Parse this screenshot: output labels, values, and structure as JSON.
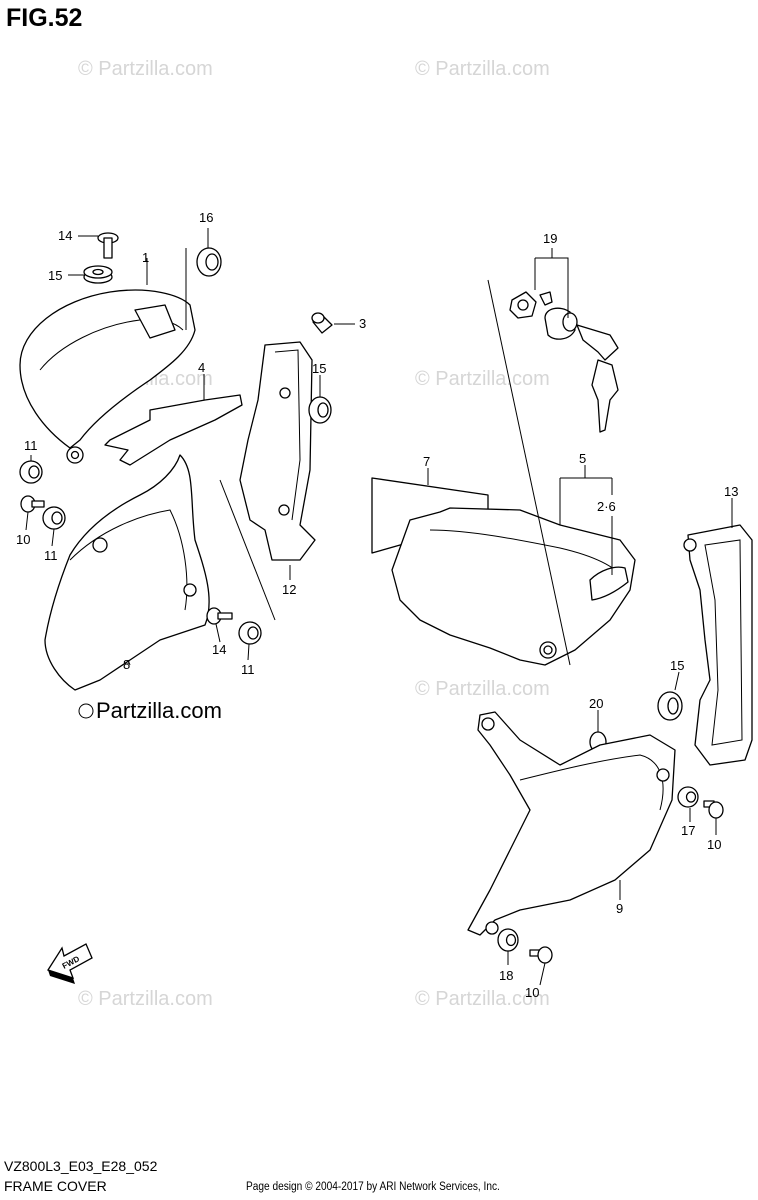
{
  "title": "FIG.52",
  "watermark": "© Partzilla.com",
  "watermark_brand": "Partzilla.com",
  "footer": {
    "model_code": "VZ800L3_E03_E28_052",
    "section_name": "FRAME COVER",
    "copyright": "Page design © 2004-2017 by ARI Network Services, Inc."
  },
  "fwd_label": "FWD",
  "callouts": {
    "c1": "1",
    "c3": "3",
    "c4": "4",
    "c5": "5",
    "c26": "2·6",
    "c7": "7",
    "c8": "8",
    "c9": "9",
    "c10a": "10",
    "c10b": "10",
    "c10c": "10",
    "c11a": "11",
    "c11b": "11",
    "c11c": "11",
    "c12": "12",
    "c13": "13",
    "c14a": "14",
    "c14b": "14",
    "c15a": "15",
    "c15b": "15",
    "c15c": "15",
    "c16": "16",
    "c17": "17",
    "c18": "18",
    "c19": "19",
    "c20": "20"
  }
}
